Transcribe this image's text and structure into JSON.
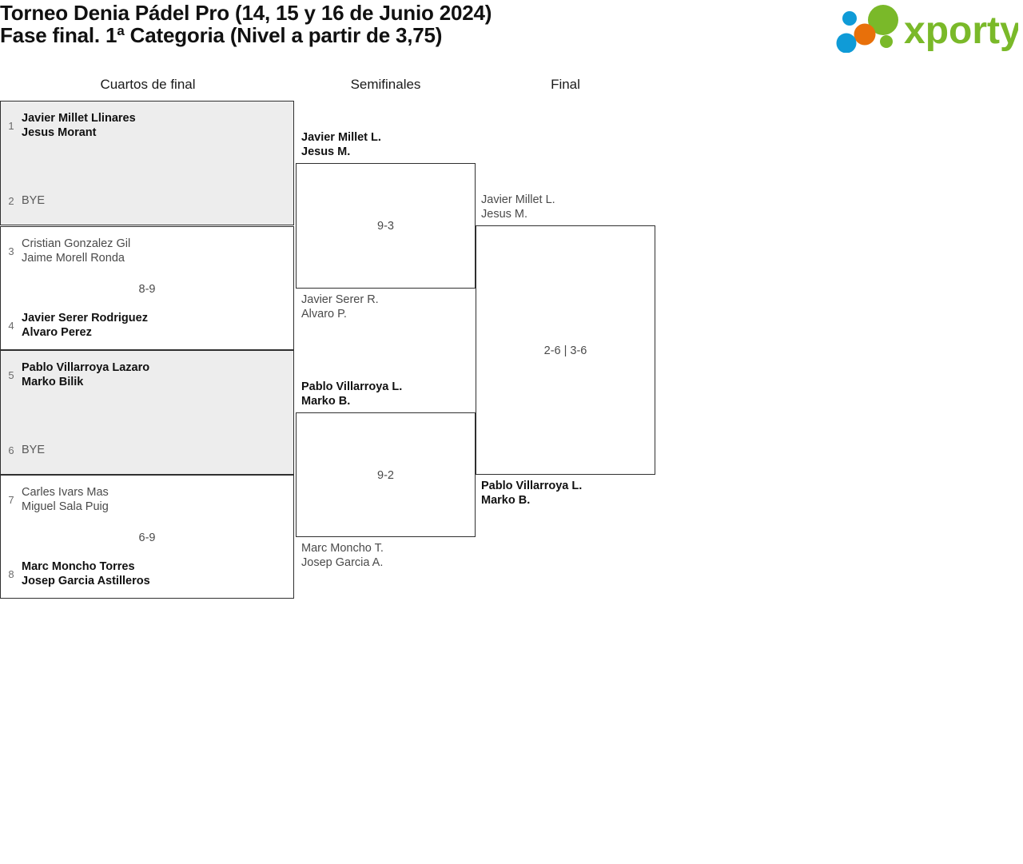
{
  "header": {
    "title_line1": "Torneo Denia Pádel Pro (14, 15 y 16 de Junio 2024)",
    "title_line2": "Fase final. 1ª Categoria (Nivel a partir de 3,75)",
    "logo_text": "xporty",
    "logo_colors": {
      "green": "#7ab929",
      "blue": "#0f9bd7",
      "orange": "#e8700a"
    }
  },
  "rounds": [
    {
      "label": "Cuartos de final"
    },
    {
      "label": "Semifinales"
    },
    {
      "label": "Final"
    }
  ],
  "bracket": {
    "round1": [
      {
        "top": {
          "seed": "1",
          "line1": "Javier Millet Llinares",
          "line2": "Jesus Morant",
          "winner": true,
          "bye": false
        },
        "bottom": {
          "seed": "2",
          "line1": "BYE",
          "line2": "",
          "winner": false,
          "bye": true
        },
        "score": ""
      },
      {
        "top": {
          "seed": "3",
          "line1": "Cristian Gonzalez Gil",
          "line2": "Jaime Morell Ronda",
          "winner": false,
          "bye": false
        },
        "bottom": {
          "seed": "4",
          "line1": "Javier Serer Rodriguez",
          "line2": "Alvaro Perez",
          "winner": true,
          "bye": false
        },
        "score": "8-9"
      },
      {
        "top": {
          "seed": "5",
          "line1": "Pablo Villarroya Lazaro",
          "line2": "Marko Bilik",
          "winner": true,
          "bye": false
        },
        "bottom": {
          "seed": "6",
          "line1": "BYE",
          "line2": "",
          "winner": false,
          "bye": true
        },
        "score": ""
      },
      {
        "top": {
          "seed": "7",
          "line1": "Carles Ivars Mas",
          "line2": "Miguel Sala Puig",
          "winner": false,
          "bye": false
        },
        "bottom": {
          "seed": "8",
          "line1": "Marc Moncho Torres",
          "line2": "Josep Garcia Astilleros",
          "winner": true,
          "bye": false
        },
        "score": "6-9"
      }
    ],
    "round2": [
      {
        "top": {
          "line1": "Javier Millet L.",
          "line2": "Jesus M.",
          "winner": true
        },
        "bottom": {
          "line1": "Javier Serer R.",
          "line2": "Alvaro P.",
          "winner": false
        },
        "score": "9-3"
      },
      {
        "top": {
          "line1": "Pablo Villarroya L.",
          "line2": "Marko B.",
          "winner": true
        },
        "bottom": {
          "line1": "Marc Moncho T.",
          "line2": "Josep Garcia A.",
          "winner": false
        },
        "score": "9-2"
      }
    ],
    "round3": [
      {
        "top": {
          "line1": "Javier Millet L.",
          "line2": "Jesus M.",
          "winner": false
        },
        "bottom": {
          "line1": "Pablo Villarroya L.",
          "line2": "Marko B.",
          "winner": true
        },
        "score": "2-6 | 3-6"
      }
    ]
  }
}
